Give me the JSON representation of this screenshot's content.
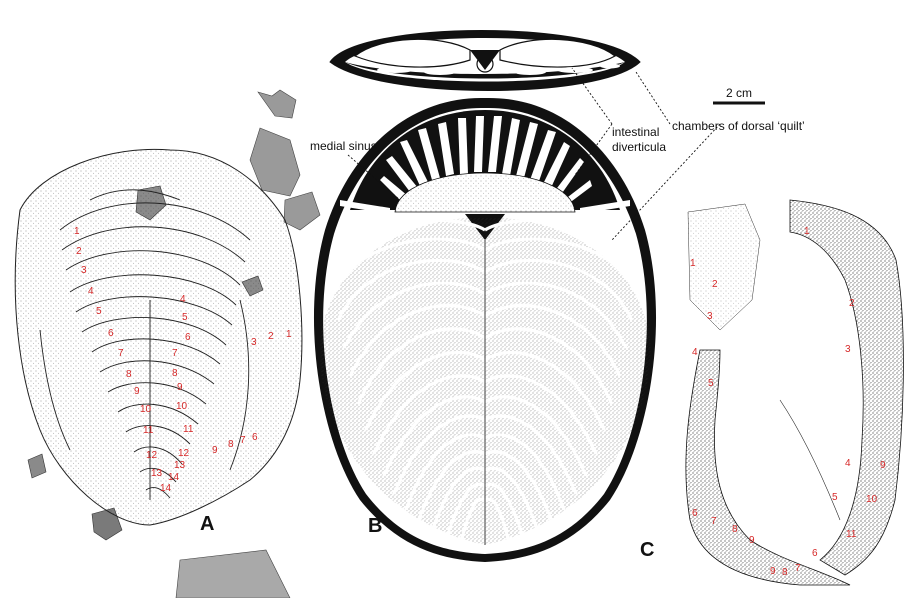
{
  "labels": {
    "scale": "2 cm",
    "intestinal_1": "intestinal",
    "intestinal_2": "diverticula",
    "chambers": "chambers of dorsal ‘quilt’",
    "medial_sinus": "medial sinus"
  },
  "panels": {
    "a": "A",
    "b": "B",
    "c": "C"
  },
  "colors": {
    "ink": "#111111",
    "numbers": "#d62828",
    "rock": "#9a9a9a",
    "stipple": "#555555"
  },
  "specimen_a_numbers": {
    "left": [
      "1",
      "2",
      "3",
      "4",
      "5",
      "6",
      "7",
      "8",
      "9",
      "10",
      "11",
      "12",
      "13",
      "14"
    ],
    "right": [
      "1",
      "2",
      "3",
      "4",
      "5",
      "6",
      "7",
      "8",
      "9",
      "10",
      "11",
      "12",
      "13",
      "14"
    ],
    "far": [
      "1",
      "2",
      "3",
      "6",
      "7",
      "8",
      "9"
    ]
  },
  "specimen_c_numbers": {
    "left": [
      "1",
      "2",
      "3",
      "4",
      "5",
      "6",
      "7",
      "8",
      "9",
      "9"
    ],
    "right": [
      "1",
      "2",
      "3",
      "4",
      "5",
      "11",
      "10",
      "9",
      "6",
      "7",
      "8"
    ]
  }
}
